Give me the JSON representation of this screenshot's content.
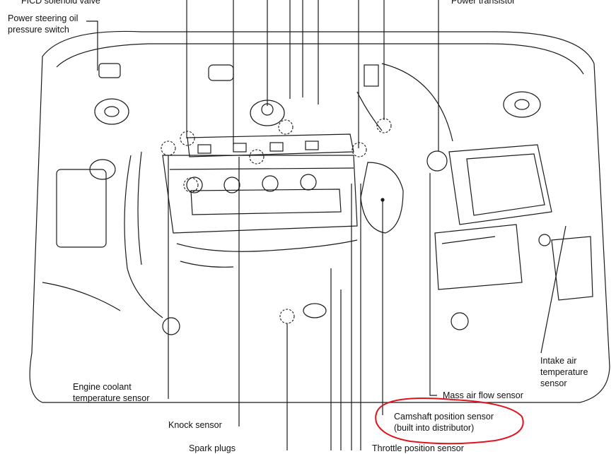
{
  "labels": {
    "ficd": "FICD solenoid valve",
    "power_transistor": "Power transistor",
    "psop_line1": "Power steering oil",
    "psop_line2": "pressure switch",
    "intake_air_line1": "Intake air",
    "intake_air_line2": "temperature",
    "intake_air_line3": "sensor",
    "maf": "Mass air flow sensor",
    "ect_line1": "Engine coolant",
    "ect_line2": "temperature sensor",
    "knock": "Knock sensor",
    "camshaft_line1": "Camshaft position sensor",
    "camshaft_line2": "(built into distributor)",
    "spark_plugs": "Spark plugs",
    "tps": "Throttle position sensor"
  },
  "colors": {
    "ink": "#1a1a1a",
    "highlight": "#e0141e"
  }
}
